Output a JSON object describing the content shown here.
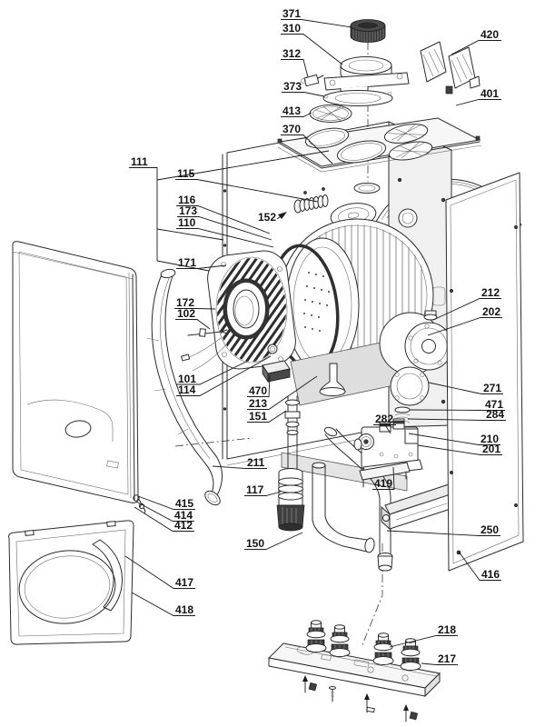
{
  "diagram": {
    "type": "exploded-parts-diagram",
    "title": "boiler exploded view",
    "colors": {
      "background": "#ffffff",
      "line": "#2b2b2b",
      "shade": "#dedede",
      "dark_fill": "#3f3f3f",
      "label_text": "#141414"
    },
    "labels": [
      "371",
      "310",
      "312",
      "373",
      "413",
      "370",
      "420",
      "401",
      "111",
      "115",
      "116",
      "173",
      "110",
      "152",
      "171",
      "172",
      "102",
      "101",
      "114",
      "470",
      "213",
      "151",
      "282",
      "212",
      "202",
      "271",
      "471",
      "284",
      "210",
      "201",
      "211",
      "117",
      "415",
      "414",
      "412",
      "150",
      "419",
      "250",
      "416",
      "417",
      "418",
      "218",
      "217"
    ]
  }
}
